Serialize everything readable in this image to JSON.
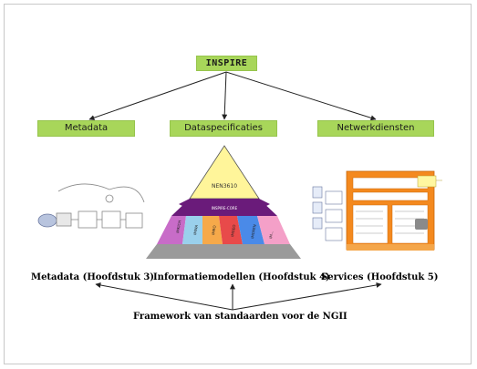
{
  "top": {
    "label": "INSPIRE"
  },
  "pillars": {
    "metadata": "Metadata",
    "dataspecificaties": "Dataspecificaties",
    "netwerkdiensten": "Netwerkdiensten"
  },
  "pyramid": {
    "apex_label": "NEN3610",
    "band_label": "INSPIRE-CORE",
    "sector_labels": [
      "IMKICH",
      "IMWA",
      "IMRO",
      "IMGEO",
      "IMOPEN",
      "IM..."
    ]
  },
  "captions": {
    "metadata": "Metadata (Hoofdstuk 3)",
    "informatiemodellen": "Informatiemodellen (Hoofdstuk 4)",
    "services": "Services (Hoofdstuk 5)"
  },
  "framework": {
    "label": "Framework van standaarden voor de NGII"
  },
  "colors": {
    "box_fill": "#a8d65a",
    "pyramid_top": "#fff59a",
    "band": "#6a1b7a",
    "services_panel": "#f4891e"
  }
}
